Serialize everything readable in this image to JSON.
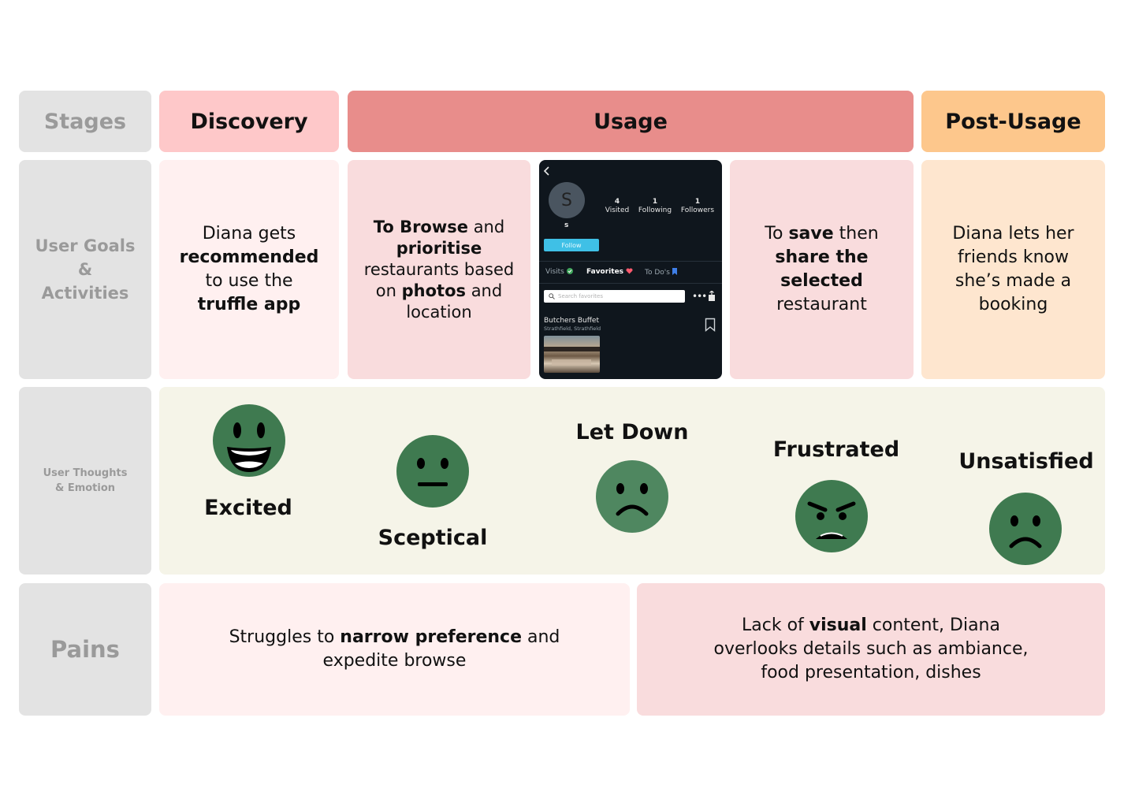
{
  "rows": {
    "stages": "Stages",
    "goals": "User Goals & Activities",
    "thoughts": "User Thoughts & Emotion",
    "pains": "Pains"
  },
  "stages": {
    "discovery": "Discovery",
    "usage": "Usage",
    "post_usage": "Post-Usage"
  },
  "goals": {
    "discovery": [
      "Diana gets",
      "recommended",
      "to use the",
      "truffle app"
    ],
    "browse": [
      "To Browse",
      " and ",
      "prioritise",
      "restaurants based on",
      "photos",
      " and location"
    ],
    "save": [
      "To ",
      "save",
      " then ",
      "share the selected",
      "restaurant"
    ],
    "post": "Diana lets her friends know she’s made a booking"
  },
  "phone": {
    "avatar_letter": "S",
    "username": "s",
    "stats": [
      {
        "count": "4",
        "label": "Visited"
      },
      {
        "count": "1",
        "label": "Following"
      },
      {
        "count": "1",
        "label": "Followers"
      }
    ],
    "follow_label": "Follow",
    "tabs": [
      "Visits",
      "Favorites",
      "To Do's"
    ],
    "search_placeholder": "Search favorites",
    "restaurant_name": "Butchers Buffet",
    "restaurant_location": "Strathfield, Strathfield",
    "icons": [
      "back-icon",
      "check-badge-icon",
      "heart-icon",
      "bookmark-small-icon",
      "search-icon",
      "more-icon",
      "share-icon",
      "bookmark-icon"
    ]
  },
  "emotions": [
    {
      "label": "Excited",
      "face": "grinning-face-icon"
    },
    {
      "label": "Sceptical",
      "face": "neutral-face-icon"
    },
    {
      "label": "Let Down",
      "face": "frowning-face-icon"
    },
    {
      "label": "Frustrated",
      "face": "angry-face-icon"
    },
    {
      "label": "Unsatisfied",
      "face": "frowning-face-icon"
    }
  ],
  "pains": {
    "left": [
      "Struggles to ",
      "narrow preference",
      " and expedite browse"
    ],
    "right": [
      "Lack of ",
      "visual",
      " content, Diana overlooks details such as ambiance, food presentation, dishes"
    ]
  },
  "colors": {
    "label_bg": "#e3e3e3",
    "discovery_header": "#fec8c9",
    "usage_header": "#e88d8b",
    "post_header": "#fdc78c",
    "discovery_cell": "#fff0f0",
    "usage_cell": "#f9dcdd",
    "post_cell": "#fee6cf",
    "emotion_bg": "#f5f4e8",
    "face": "#3f7a50",
    "follow": "#3fc0e6"
  }
}
